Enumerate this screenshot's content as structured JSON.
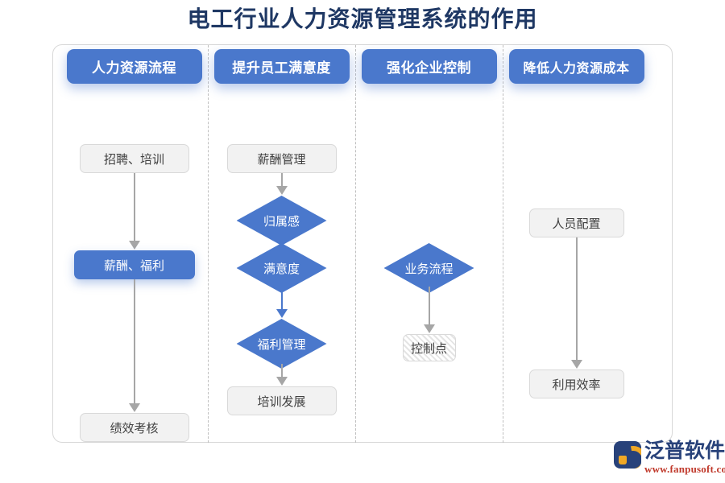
{
  "title": "电工行业人力资源管理系统的作用",
  "theme": {
    "title_color": "#1F3864",
    "accent_blue": "#4A78CC",
    "box_gray": "#F2F2F2",
    "connector_gray": "#A6A6A6",
    "panel_border": "#D8D8D8"
  },
  "columns": [
    {
      "header": "人力资源流程",
      "nodes": [
        {
          "label": "招聘、培训",
          "shape": "rounded-rect",
          "style": "gray"
        },
        {
          "label": "薪酬、福利",
          "shape": "rounded-rect",
          "style": "blue"
        },
        {
          "label": "绩效考核",
          "shape": "rounded-rect",
          "style": "gray"
        }
      ],
      "connectors": [
        {
          "from": "招聘、培训",
          "to": "薪酬、福利",
          "color": "#A6A6A6",
          "arrow": true
        },
        {
          "from": "薪酬、福利",
          "to": "绩效考核",
          "color": "#A6A6A6",
          "arrow": true
        }
      ]
    },
    {
      "header": "提升员工满意度",
      "nodes": [
        {
          "label": "薪酬管理",
          "shape": "rounded-rect",
          "style": "gray"
        },
        {
          "label": "归属感",
          "shape": "diamond",
          "style": "blue"
        },
        {
          "label": "满意度",
          "shape": "diamond",
          "style": "blue"
        },
        {
          "label": "福利管理",
          "shape": "diamond",
          "style": "blue"
        },
        {
          "label": "培训发展",
          "shape": "rounded-rect",
          "style": "gray"
        }
      ],
      "connectors": [
        {
          "from": "薪酬管理",
          "to": "归属感",
          "color": "#A6A6A6",
          "arrow": true
        },
        {
          "from": "满意度",
          "to": "福利管理",
          "color": "#4A78CC",
          "arrow": true
        },
        {
          "from": "福利管理",
          "to": "培训发展",
          "color": "#A6A6A6",
          "arrow": true
        }
      ]
    },
    {
      "header": "强化企业控制",
      "nodes": [
        {
          "label": "业务流程",
          "shape": "diamond",
          "style": "blue"
        },
        {
          "label": "控制点",
          "shape": "rounded-rect",
          "style": "hatched"
        }
      ],
      "connectors": [
        {
          "from": "业务流程",
          "to": "控制点",
          "color": "#A6A6A6",
          "arrow": true
        }
      ]
    },
    {
      "header": "降低人力资源成本",
      "nodes": [
        {
          "label": "人员配置",
          "shape": "rounded-rect",
          "style": "gray"
        },
        {
          "label": "利用效率",
          "shape": "rounded-rect",
          "style": "gray"
        }
      ],
      "connectors": [
        {
          "from": "人员配置",
          "to": "利用效率",
          "color": "#A6A6A6",
          "arrow": true
        }
      ]
    }
  ],
  "watermark": {
    "name": "泛普软件",
    "url": "www.fanpusoft.com"
  }
}
